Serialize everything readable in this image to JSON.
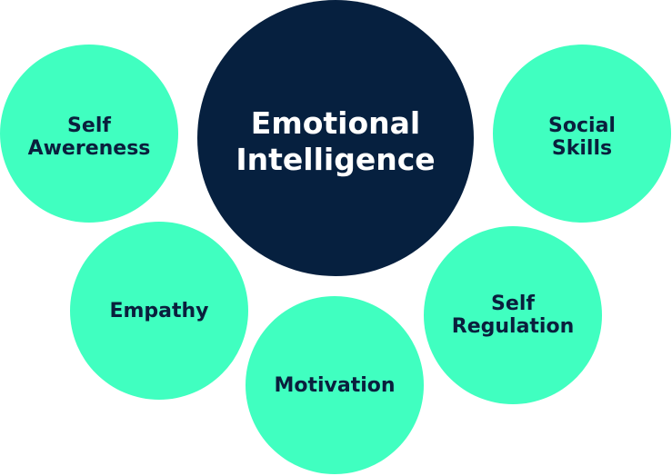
{
  "diagram": {
    "center": {
      "line1": "Emotional",
      "line2": "Intelligence"
    },
    "satellites": {
      "self_awareness": {
        "line1": "Self",
        "line2": "Awereness"
      },
      "social_skills": {
        "line1": "Social",
        "line2": "Skills"
      },
      "empathy": {
        "line1": "Empathy"
      },
      "self_regulation": {
        "line1": "Self",
        "line2": "Regulation"
      },
      "motivation": {
        "line1": "Motivation"
      }
    },
    "colors": {
      "satellite_fill": "#40FFC0",
      "center_fill": "#06203F",
      "satellite_text": "#0A1F3D",
      "center_text": "#FFFFFF"
    }
  }
}
